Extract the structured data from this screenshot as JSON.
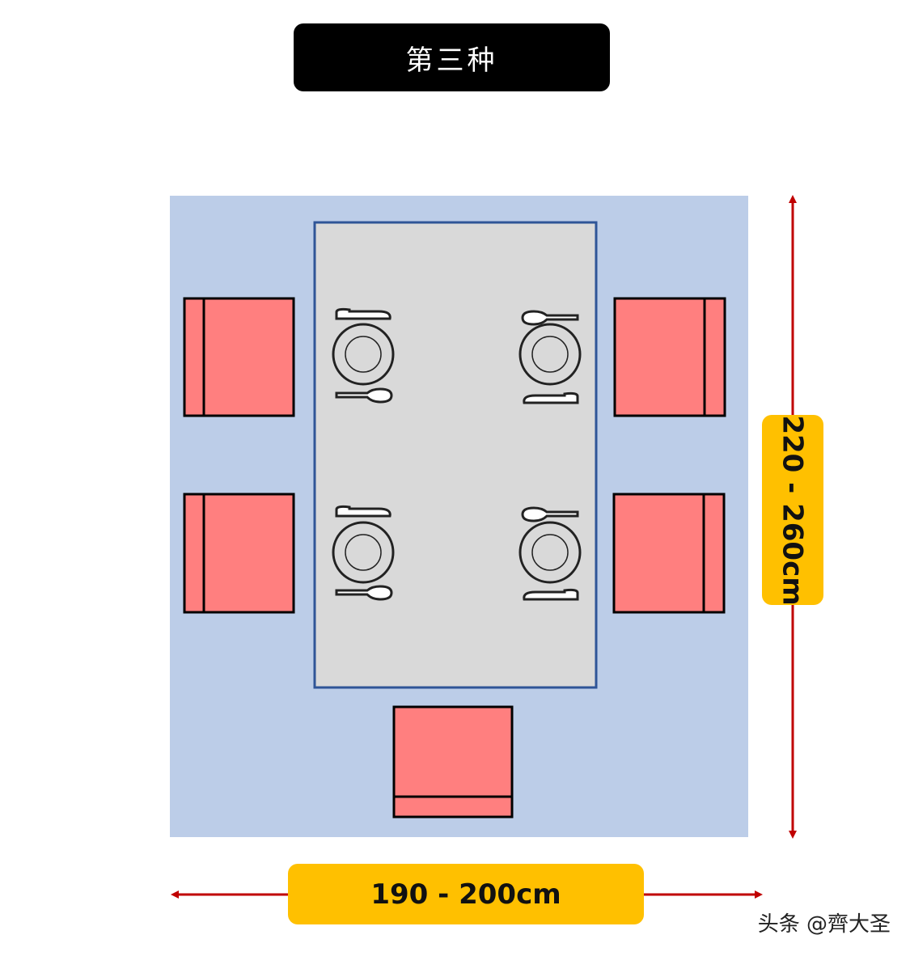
{
  "title": "第三种",
  "dimensions": {
    "width_label": "190 - 200cm",
    "height_label": "220 - 260cm"
  },
  "credit": "头条 @齊大圣",
  "colors": {
    "room": "#bccde8",
    "table": "#d9d9d9",
    "table_border": "#2f5597",
    "chair": "#ff7f7f",
    "arrow": "#c00000",
    "label_bg": "#ffc000"
  }
}
